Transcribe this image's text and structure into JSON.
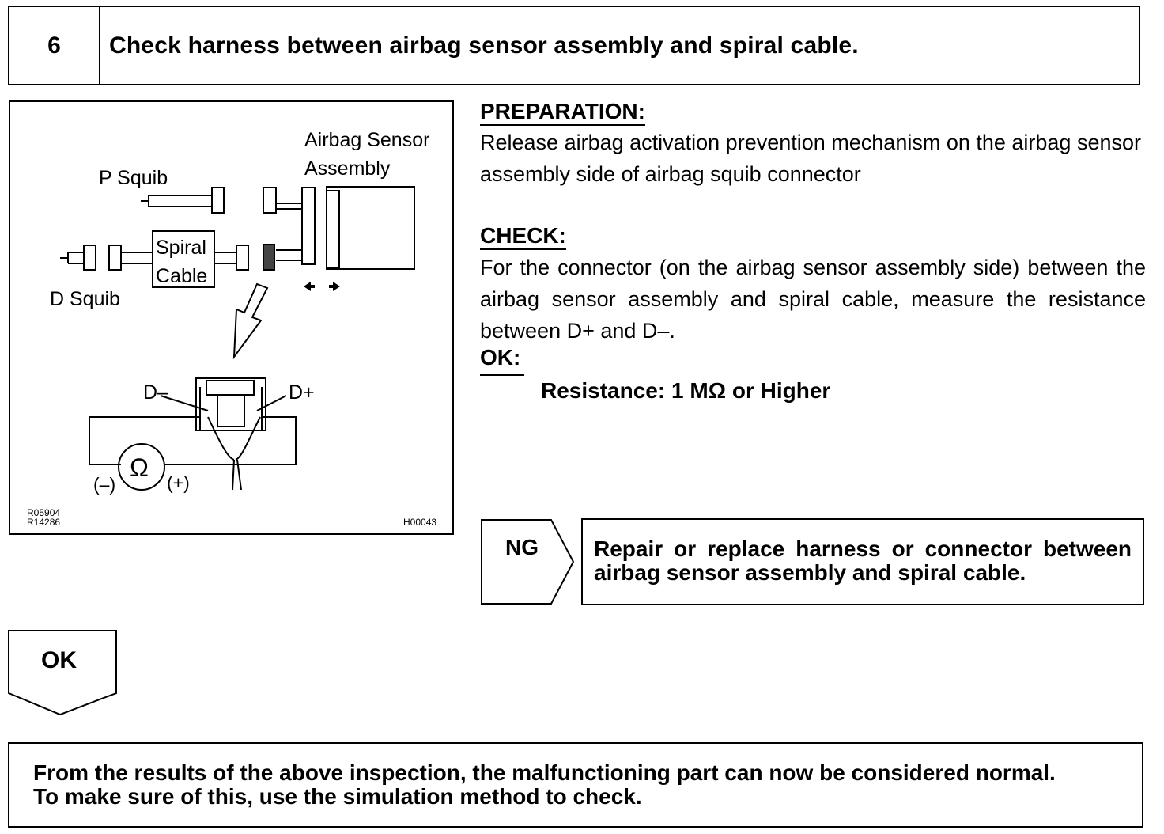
{
  "step": {
    "number": "6",
    "title": "Check harness between airbag sensor assembly and spiral cable."
  },
  "figure": {
    "labels": {
      "airbag_sensor": "Airbag Sensor",
      "assembly": "Assembly",
      "p_squib": "P Squib",
      "d_squib": "D Squib",
      "spiral": "Spiral",
      "cable": "Cable",
      "d_minus": "D–",
      "d_plus": "D+",
      "ohm_symbol": "Ω",
      "neg_terminal": "(–)",
      "pos_terminal": "(+)"
    },
    "codes": {
      "left_top": "R05904",
      "left_bottom": "R14286",
      "right": "H00043"
    }
  },
  "preparation": {
    "heading": "PREPARATION:",
    "text": "Release airbag activation prevention mechanism on the airbag sensor assembly side of airbag squib connector"
  },
  "check": {
    "heading": "CHECK:",
    "text": "For the connector (on the airbag sensor assembly side) between the airbag sensor assembly and spiral cable, measure the resistance between D+ and D–."
  },
  "ok_spec": {
    "heading": "OK:",
    "text": "Resistance: 1 MΩ or Higher"
  },
  "ng": {
    "label": "NG",
    "result": "Repair or replace harness or connector between airbag sensor assembly and spiral cable."
  },
  "ok_flow": {
    "label": "OK"
  },
  "final": {
    "line1": "From the results of the above inspection, the malfunctioning part can now be considered normal.",
    "line2": "To make sure of this, use the simulation method to check."
  }
}
